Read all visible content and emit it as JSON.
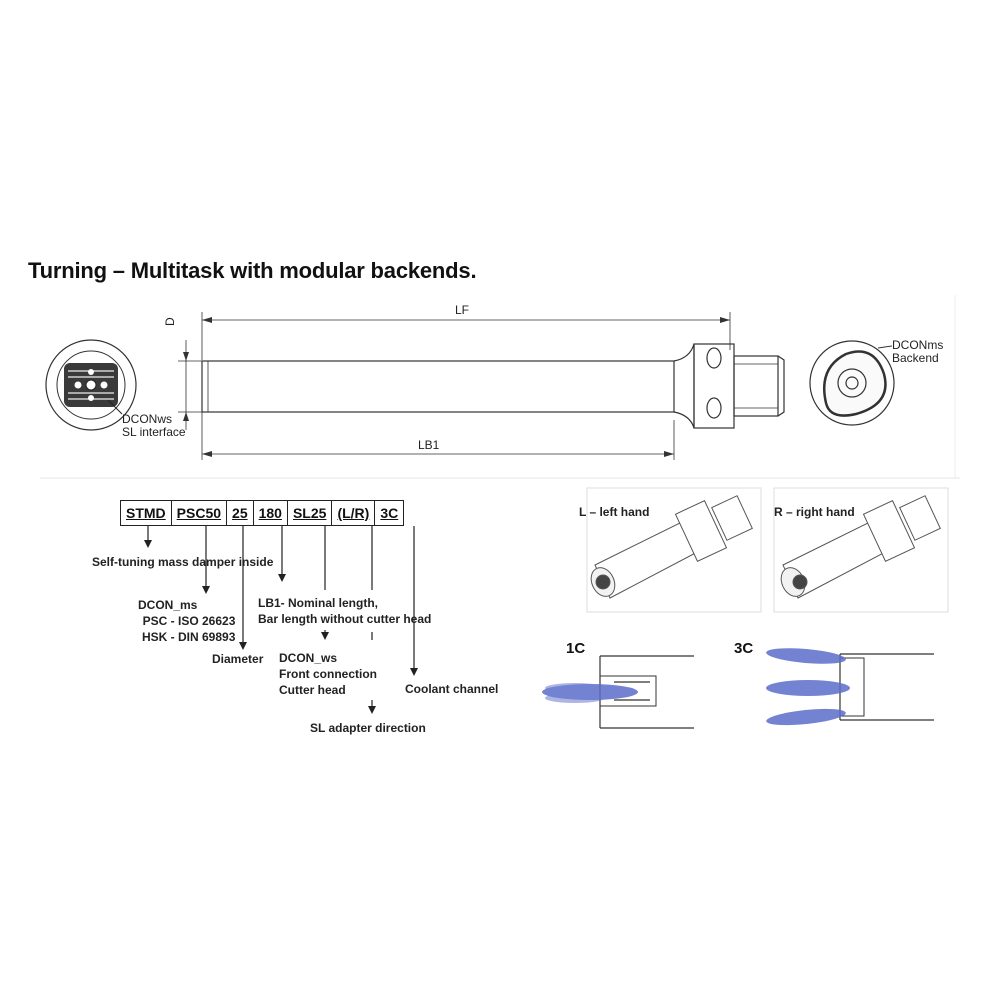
{
  "title": "Turning – Multitask with modular backends.",
  "drawing": {
    "dim_lf": "LF",
    "dim_lb1": "LB1",
    "dim_d": "D",
    "front_label_1": "DCONws",
    "front_label_2": "SL interface",
    "back_label_1": "DCONms",
    "back_label_2": "Backend"
  },
  "code": {
    "cells": [
      "STMD",
      "PSC50",
      "25",
      "180",
      "SL25",
      "(L/R)",
      "3C"
    ]
  },
  "explanations": {
    "damper": "Self-tuning mass damper inside",
    "dcon_ms": [
      "DCON_ms",
      "PSC - ISO 26623",
      "HSK - DIN 69893"
    ],
    "diameter": "Diameter",
    "lb1": [
      "LB1- Nominal length,",
      "Bar length without cutter head"
    ],
    "dcon_ws": [
      "DCON_ws",
      "Front connection",
      "Cutter head"
    ],
    "coolant": "Coolant channel",
    "sl_adapter": "SL adapter direction"
  },
  "hand": {
    "left": "L – left hand",
    "right": "R – right hand"
  },
  "coolant_variants": {
    "one": "1C",
    "three": "3C"
  },
  "colors": {
    "spray": "#5b6ec9",
    "line": "#333333"
  }
}
